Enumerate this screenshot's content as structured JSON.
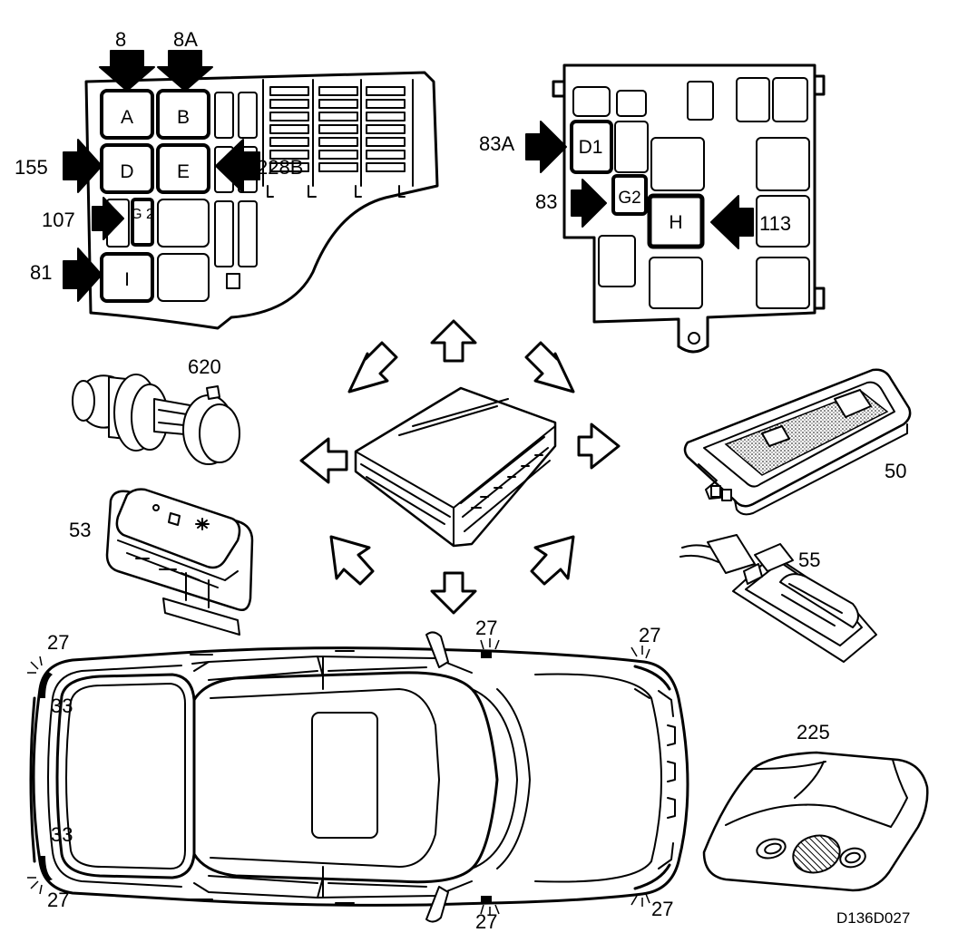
{
  "figure_code": "D136D027",
  "fuse_box_left": {
    "fuses": [
      "A",
      "B",
      "D",
      "E",
      "G 2",
      "I"
    ],
    "callouts": [
      "8",
      "8A",
      "155",
      "228B",
      "107",
      "81"
    ]
  },
  "fuse_box_right": {
    "fuses": [
      "D1",
      "G2",
      "H"
    ],
    "callouts": [
      "83A",
      "83",
      "113"
    ]
  },
  "components": [
    {
      "id": "620",
      "name": "bulb-holder"
    },
    {
      "id": "53",
      "name": "interior-light-switch"
    },
    {
      "id": "50",
      "name": "interior-lamp"
    },
    {
      "id": "55",
      "name": "courtesy-lamp"
    },
    {
      "id": "225",
      "name": "roof-console-lamp"
    }
  ],
  "car_callouts": {
    "front_left_top": "27",
    "center_top": "27",
    "rear_top": "27",
    "left_upper": "33",
    "left_lower": "33",
    "front_left_bottom": "27",
    "center_bottom": "27",
    "rear_bottom": "27"
  },
  "colors": {
    "ink": "#000000",
    "paper": "#ffffff"
  }
}
